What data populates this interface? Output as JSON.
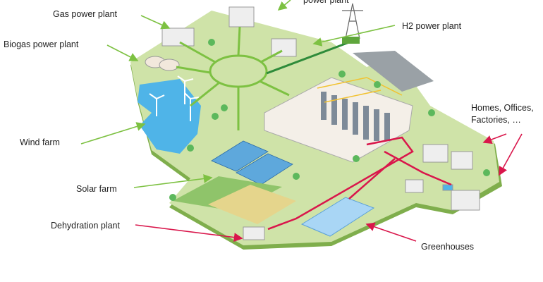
{
  "labels": {
    "power_plant": "power plant",
    "gas": "Gas power plant",
    "biogas": "Biogas power plant",
    "h2": "H2 power plant",
    "wind": "Wind farm",
    "solar": "Solar farm",
    "dehydration": "Dehydration plant",
    "greenhouses": "Greenhouses",
    "homes_line1": "Homes, Offices,",
    "homes_line2": "Factories, …"
  },
  "colors": {
    "ground": "#cfe3a8",
    "ground_edge": "#7fae4c",
    "power_line": "#7dc142",
    "h2_line": "#2e8b3a",
    "heat_line": "#d9164b",
    "water": "#4fb4e8",
    "label_arrow_green": "#7dc142",
    "label_arrow_red": "#d9164b"
  }
}
